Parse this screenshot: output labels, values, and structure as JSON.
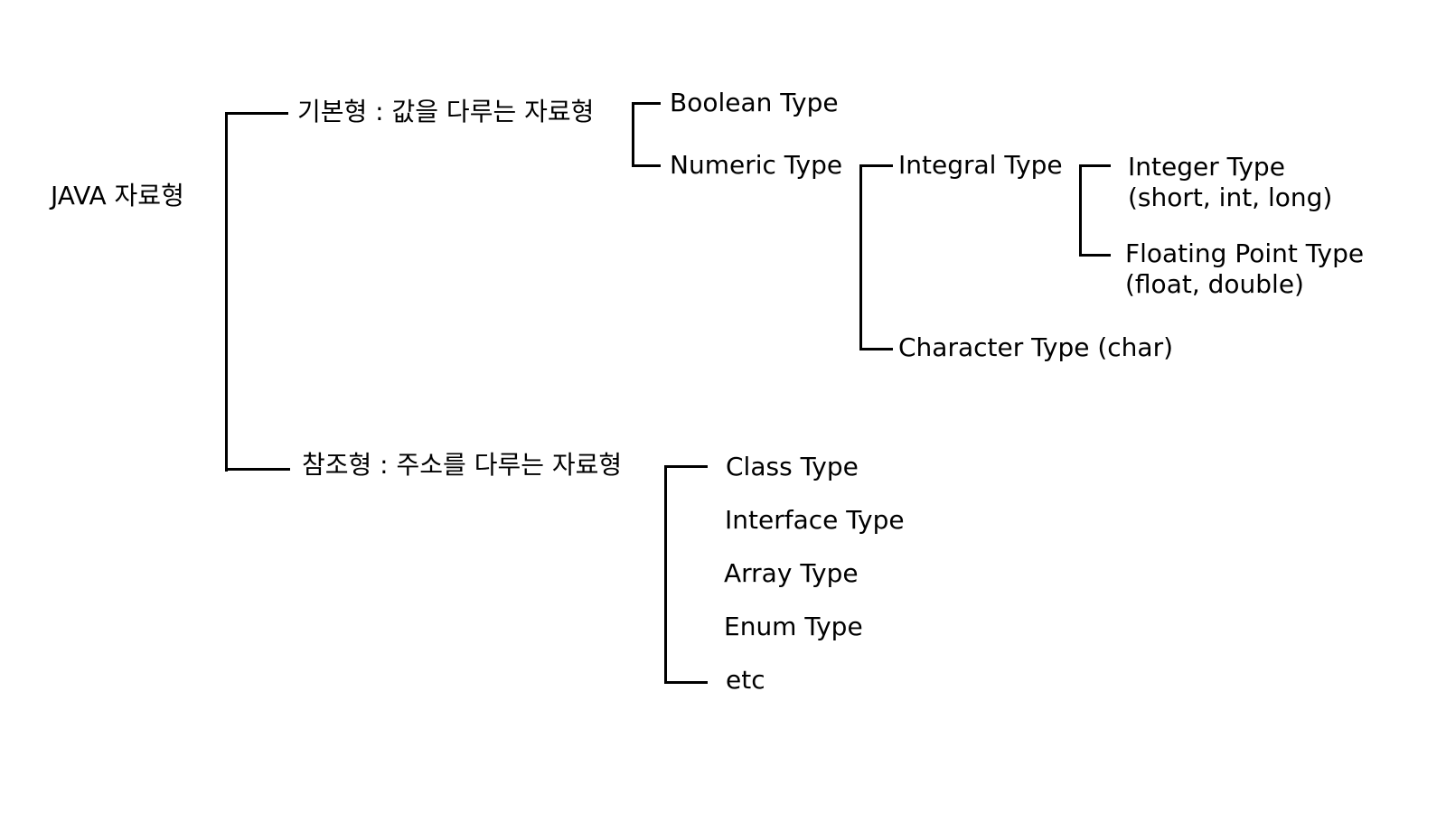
{
  "root": {
    "label": "JAVA 자료형"
  },
  "primitive": {
    "label": "기본형 : 값을 다루는 자료형",
    "boolean": "Boolean Type",
    "numeric": "Numeric Type",
    "integral": "Integral Type",
    "integer": "Integer Type\n(short, int, long)",
    "floating": "Floating Point Type\n(float, double)",
    "character": "Character Type (char)"
  },
  "reference": {
    "label": "참조형 : 주소를 다루는 자료형",
    "items": [
      "Class Type",
      "Interface Type",
      "Array Type",
      "Enum Type",
      "etc"
    ]
  }
}
